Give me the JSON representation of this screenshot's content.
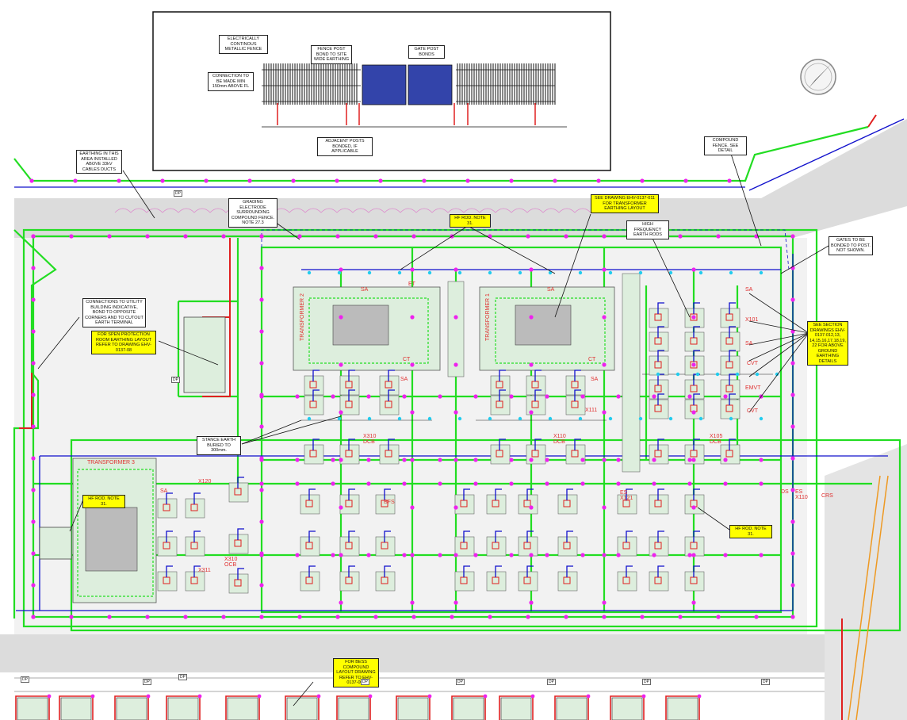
{
  "detail": {
    "notes": [
      "ELECTRICALLY CONTINOUS METALLIC FENCE",
      "FENCE POST BOND TO SITE WIDE EARTHING",
      "GATE POST BONDS",
      "CONNECTION TO BE MADE MIN 150mm ABOVE FL",
      "ADJACENT POSTS BONDED, IF APPLICABLE"
    ]
  },
  "callouts": {
    "cable_ducts": "EARTHING IN THIS AREA INSTALLED ABOVE 33kV CABLES DUCTS",
    "grading_electrode": "GRADING ELECTRODE SURROUNDING COMPOUND FENCE. NOTE 27.3",
    "hf_rod_top": "HF ROD. NOTE 31.",
    "transformer_earthing": "SEE DRAWING EHV-0137-011 FOR TRANSFORMER EARTHING LAYOUT",
    "hf_earth_rods": "HIGH FREQUENCY EARTH RODS",
    "compound_fence": "COMPOUND FENCE. SEE DETAIL",
    "gates": "GATES TO BE BONDED TO POST. NOT SHOWN.",
    "utility": "CONNECTIONS TO UTILITY BUILDING INDICATIVE, BOND TO OPPOSITE CORNERS AND TO CUTOUT EARTH TERMINAL",
    "spen_room": "FOR SPEN PROTECTION ROOM EARTHING LAYOUT REFER TO DRAWING EHV-0137-08",
    "stance_earth": "STANCE EARTH BURIED TO 300mm.",
    "section_drawings": "SEE SECTION DRAWINGS EHV-0137-012,13, 14,15,16,17,18,19, 22 FOR ABOVE GROUND EARTHING DETAILS",
    "hf_rod_left": "HF ROD. NOTE 31.",
    "hf_rod_right": "HF ROD. NOTE 31.",
    "bess": "FOR BESS COMPOUND LAYOUT DRAWING REFER TO EHV-0137-003"
  },
  "equipment": {
    "transformer2": "TRANSFORMER 2",
    "transformer1": "TRANSFORMER 1",
    "transformer3": "TRANSFORMER 3",
    "sa1": "SA",
    "sa2": "SA",
    "sa3": "SA",
    "sa4": "SA",
    "sa5": "SA",
    "sa6": "SA",
    "sa7": "SA",
    "x310_dcb": "X310 DCB",
    "x110_dcb": "X110 DCB",
    "x105_dcb": "X105 DCB",
    "x310_ocb": "X310 OCB",
    "x311": "X311",
    "x101": "X101",
    "cvt1": "CVT",
    "cvt2": "CVT",
    "es_x121": "ES X121",
    "ct1": "CT",
    "ct2": "CT",
    "et": "ET",
    "x111": "X111",
    "emvt": "EMVT",
    "ds": "DS",
    "es_x110": "ES X110",
    "crs": "CRS",
    "bfs": "BFS",
    "x120": "X120"
  },
  "dp_labels": [
    "DP",
    "DP",
    "DP",
    "DP",
    "DP",
    "DP",
    "DP",
    "DP",
    "DP",
    "DP"
  ],
  "colors": {
    "grading": "#22dd22",
    "bond": "#1010cc",
    "fence": "#e02020",
    "node": "#ee22ee",
    "base": "#ddeedd",
    "road": "#dcdcdc",
    "cyan": "#22ccee",
    "note_yellow": "#ffff00"
  },
  "icons": [
    "north-arrow-icon"
  ]
}
